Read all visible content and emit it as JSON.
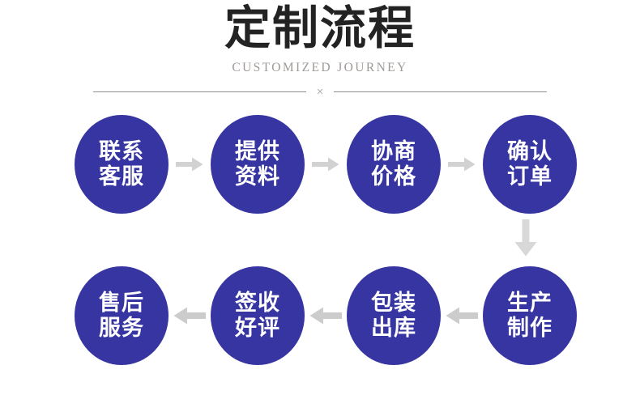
{
  "header": {
    "title": "定制流程",
    "subtitle": "CUSTOMIZED JOURNEY",
    "divider_mark": "×"
  },
  "colors": {
    "node_fill": "#3635a1",
    "node_text": "#ffffff",
    "title_text": "#232323",
    "subtitle_text": "#9e9a98",
    "divider_line": "#8d8d8d",
    "divider_mark": "#b4b0ae",
    "arrow": "#d2d2d2",
    "background": "#ffffff"
  },
  "flow": {
    "top_row": [
      {
        "step": "1",
        "line1": "联系",
        "line2": "客服"
      },
      {
        "step": "2",
        "line1": "提供",
        "line2": "资料"
      },
      {
        "step": "3",
        "line1": "协商",
        "line2": "价格"
      },
      {
        "step": "4",
        "line1": "确认",
        "line2": "订单"
      }
    ],
    "bottom_row": [
      {
        "step": "8",
        "line1": "售后",
        "line2": "服务"
      },
      {
        "step": "7",
        "line1": "签收",
        "line2": "好评"
      },
      {
        "step": "6",
        "line1": "包装",
        "line2": "出库"
      },
      {
        "step": "5",
        "line1": "生产",
        "line2": "制作"
      }
    ],
    "arrows": {
      "top": [
        "arrow-right-icon",
        "arrow-right-icon",
        "arrow-right-icon"
      ],
      "down": "arrow-down-icon",
      "bottom": [
        "arrow-left-icon",
        "arrow-left-icon",
        "arrow-left-icon"
      ]
    }
  }
}
